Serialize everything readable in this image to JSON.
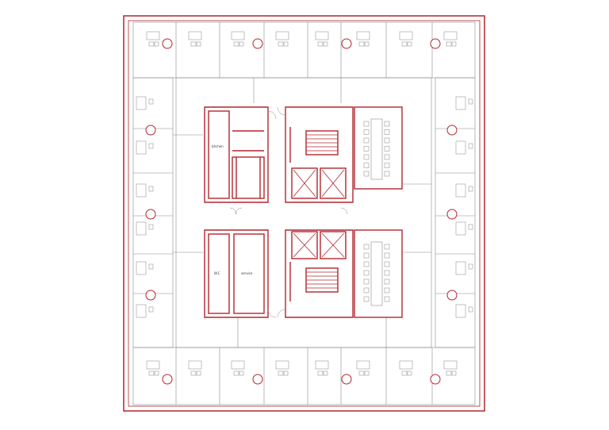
{
  "colors": {
    "wall": "#b3262e",
    "line": "#8a8a8a",
    "furniture": "#9a9a9a",
    "background": "#ffffff"
  },
  "rooms": {
    "kitchen_label": "kitchen",
    "wc_label": "W.C",
    "service_label": "service"
  },
  "icons": {
    "column": "circle-column-icon",
    "elevator": "elevator-cross-icon",
    "stair": "stair-treads-icon"
  }
}
